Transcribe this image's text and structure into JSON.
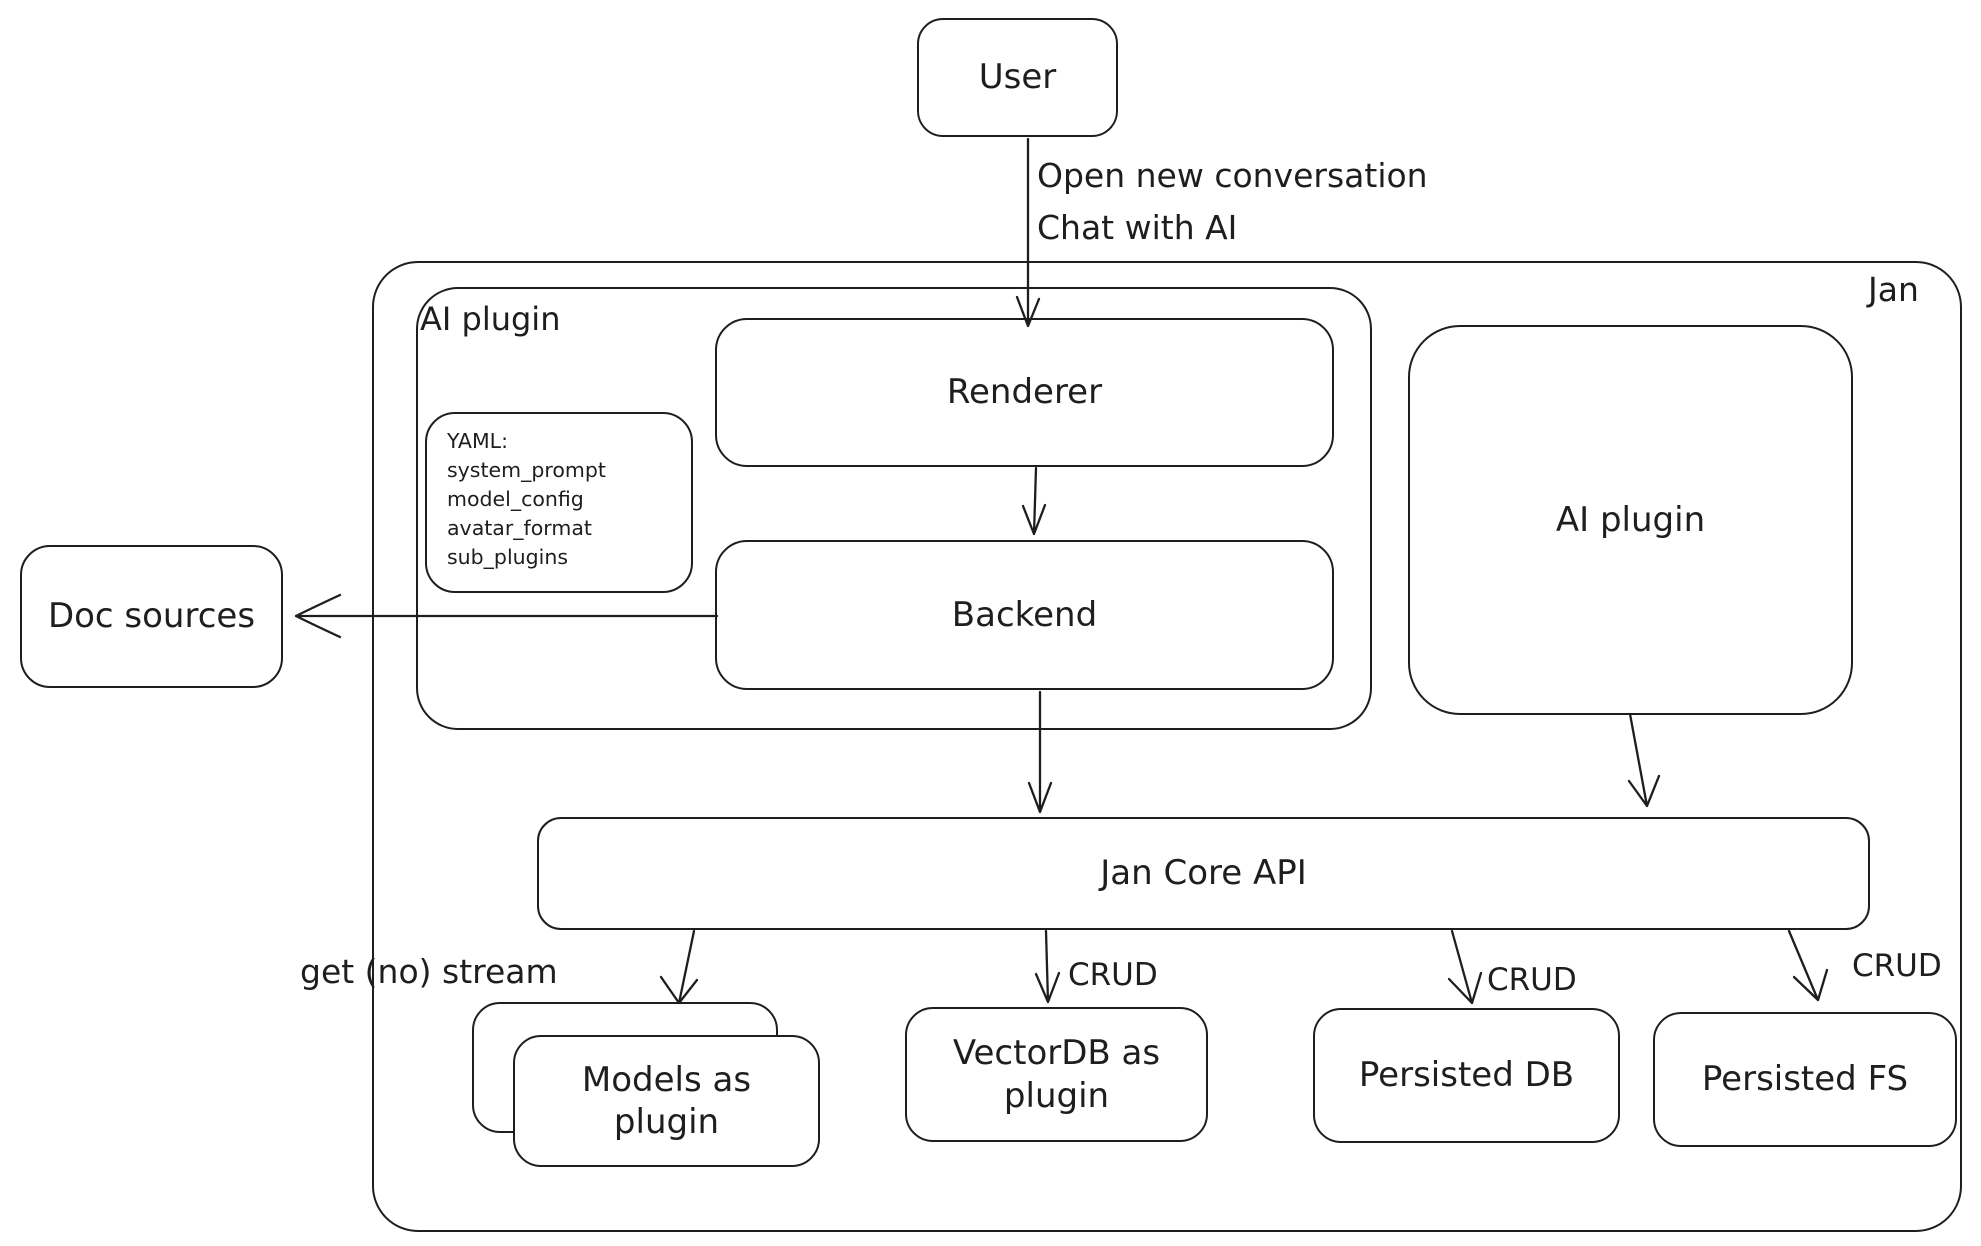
{
  "diagram": {
    "container_label": "Jan",
    "nodes": {
      "user": {
        "label": "User"
      },
      "ai_plugin_left": {
        "label": "AI plugin"
      },
      "renderer": {
        "label": "Renderer"
      },
      "backend": {
        "label": "Backend"
      },
      "yaml_note": {
        "lines": [
          "YAML:",
          "system_prompt",
          "model_config",
          "avatar_format",
          "sub_plugins"
        ]
      },
      "doc_sources": {
        "label": "Doc sources"
      },
      "ai_plugin_right": {
        "label": "AI plugin"
      },
      "jan_core_api": {
        "label": "Jan Core API"
      },
      "models_plugin": {
        "label": "Models as plugin"
      },
      "vectordb_plugin": {
        "label": "VectorDB as plugin"
      },
      "persisted_db": {
        "label": "Persisted DB"
      },
      "persisted_fs": {
        "label": "Persisted FS"
      }
    },
    "edge_labels": {
      "user_flow": {
        "line1": "Open new conversation",
        "line2": "Chat with AI"
      },
      "get_no_stream": "get (no) stream",
      "crud_vectordb": "CRUD",
      "crud_persisted_db": "CRUD",
      "crud_persisted_fs": "CRUD"
    },
    "colors": {
      "stroke": "#1e1e1e",
      "background": "#ffffff"
    }
  }
}
